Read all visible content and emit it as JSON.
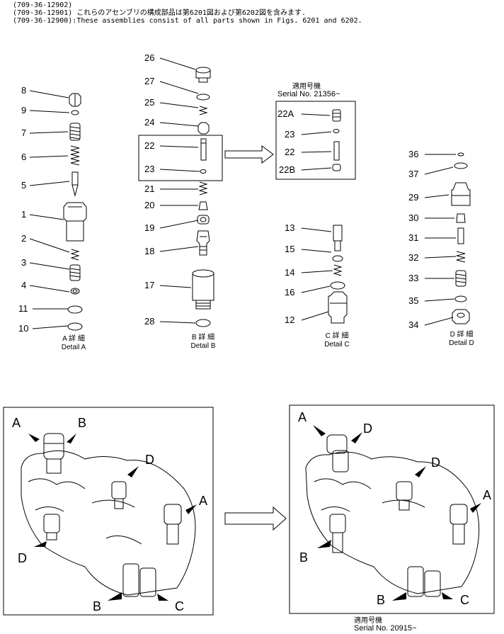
{
  "header": {
    "line1": "(709-36-12902)",
    "line2": "(709-36-12901) これらのアセンブリの構成部品は第6201図および第6202図を含みます.",
    "line3": "(709-36-12900):These assemblies consist of all parts shown in Figs. 6201 and 6202."
  },
  "serial_top": {
    "jp": "適用号機",
    "text": "Serial No. 21356~"
  },
  "serial_bottom": {
    "jp": "適用号機",
    "text": "Serial No. 20915~"
  },
  "details": {
    "a": {
      "jp": "A 詳 細",
      "en": "Detail A"
    },
    "b": {
      "jp": "B 詳 細",
      "en": "Detail B"
    },
    "c": {
      "jp": "C 詳 細",
      "en": "Detail C"
    },
    "d": {
      "jp": "D 詳 細",
      "en": "Detail D"
    }
  },
  "parts_a": [
    "8",
    "9",
    "7",
    "6",
    "5",
    "1",
    "2",
    "3",
    "4",
    "11",
    "10"
  ],
  "parts_b": [
    "26",
    "27",
    "25",
    "24",
    "22",
    "23",
    "21",
    "20",
    "19",
    "18",
    "17",
    "28"
  ],
  "parts_box": [
    "22A",
    "23",
    "22",
    "22B"
  ],
  "parts_c": [
    "13",
    "15",
    "14",
    "16",
    "12"
  ],
  "parts_d": [
    "36",
    "37",
    "29",
    "30",
    "31",
    "32",
    "33",
    "35",
    "34"
  ],
  "callouts_left": [
    "A",
    "B",
    "D",
    "A",
    "D",
    "B",
    "C"
  ],
  "callouts_right": [
    "A",
    "D",
    "D",
    "A",
    "B",
    "B",
    "C"
  ]
}
